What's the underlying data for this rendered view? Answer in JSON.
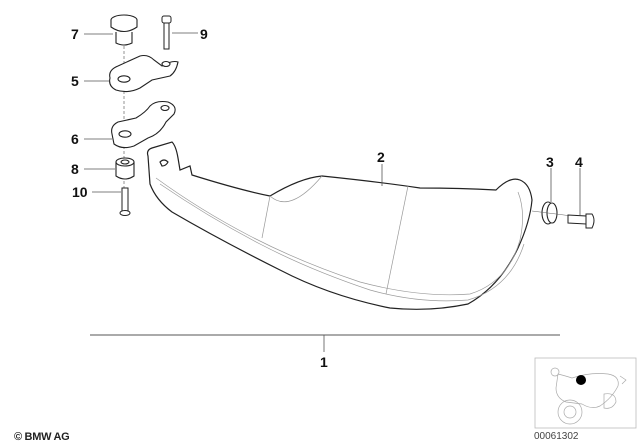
{
  "diagram": {
    "type": "exploded-parts-diagram",
    "subject": "Motorcycle hand protector (hand guard) assembly",
    "callouts": [
      {
        "number": "1",
        "part": "hand guard assembly (complete set)"
      },
      {
        "number": "2",
        "part": "hand guard shell"
      },
      {
        "number": "3",
        "part": "washer / bushing"
      },
      {
        "number": "4",
        "part": "screw"
      },
      {
        "number": "5",
        "part": "upper bracket"
      },
      {
        "number": "6",
        "part": "lower bracket"
      },
      {
        "number": "7",
        "part": "cap / plug"
      },
      {
        "number": "8",
        "part": "spacer sleeve"
      },
      {
        "number": "9",
        "part": "socket head screw"
      },
      {
        "number": "10",
        "part": "screw"
      }
    ],
    "labels": {
      "c1": "1",
      "c2": "2",
      "c3": "3",
      "c4": "4",
      "c5": "5",
      "c6": "6",
      "c7": "7",
      "c8": "8",
      "c9": "9",
      "c10": "10"
    }
  },
  "footer": {
    "copyright": "© BMW AG",
    "diagram_number": "00061302"
  },
  "thumbnail": {
    "description": "motorcycle overview with location marker",
    "marker_color": "#000000"
  },
  "colors": {
    "line": "#222222",
    "thin_line": "#9a9a9a",
    "background": "#ffffff"
  }
}
